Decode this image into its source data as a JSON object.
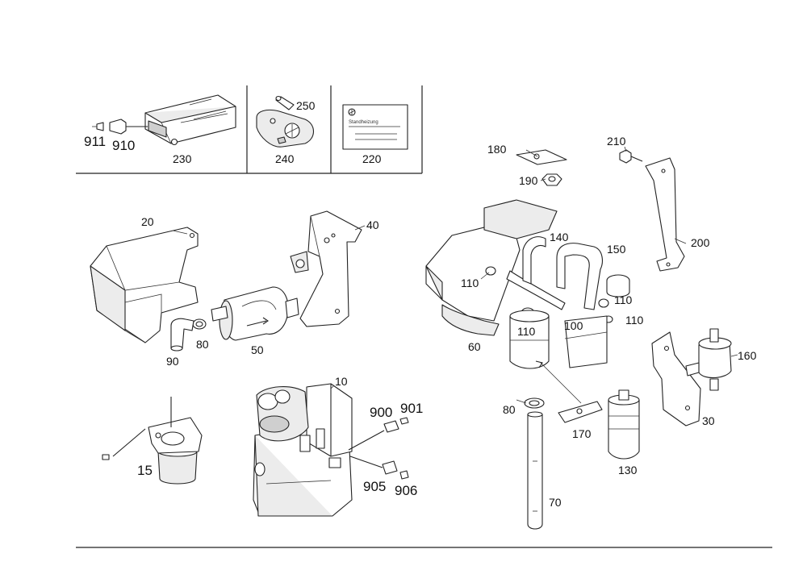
{
  "labels": {
    "p911": "911",
    "p910": "910",
    "p230": "230",
    "p250": "250",
    "p240": "240",
    "p220": "220",
    "p20": "20",
    "p40": "40",
    "p90": "90",
    "p80a": "80",
    "p50": "50",
    "p10": "10",
    "p15": "15",
    "p900": "900",
    "p901": "901",
    "p905": "905",
    "p906": "906",
    "p180": "180",
    "p190": "190",
    "p210": "210",
    "p200": "200",
    "p140": "140",
    "p150": "150",
    "p110a": "110",
    "p110b": "110",
    "p110c": "110",
    "p110d": "110",
    "p100": "100",
    "p60": "60",
    "p160": "160",
    "p30": "30",
    "p80b": "80",
    "p170": "170",
    "p130": "130",
    "p70": "70"
  },
  "card_text": "Standheizung"
}
